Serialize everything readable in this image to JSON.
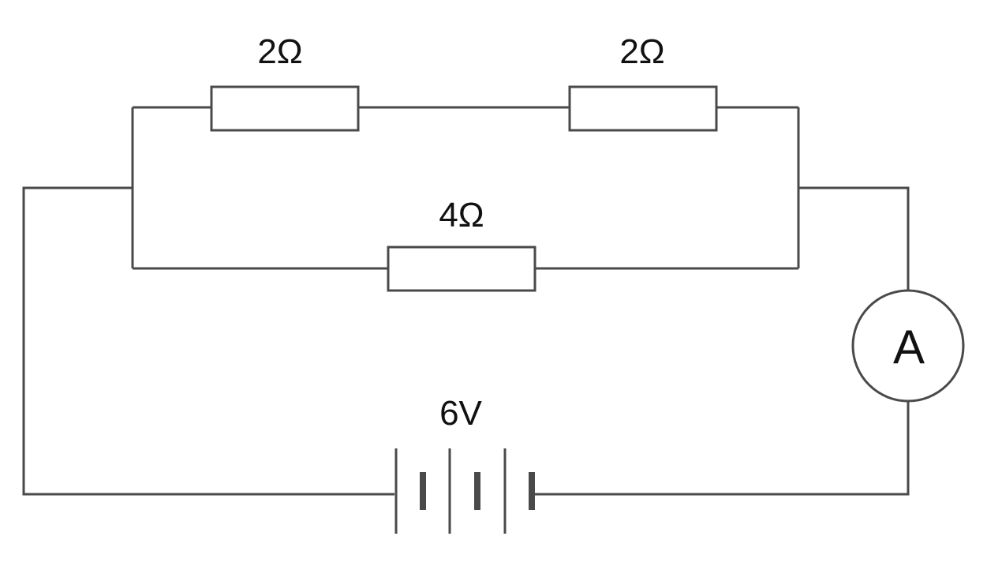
{
  "diagram": {
    "type": "circuit",
    "components": {
      "resistor_top_left": {
        "label": "2Ω"
      },
      "resistor_top_right": {
        "label": "2Ω"
      },
      "resistor_middle": {
        "label": "4Ω"
      },
      "ammeter": {
        "label": "A"
      },
      "battery": {
        "label": "6V"
      }
    }
  }
}
